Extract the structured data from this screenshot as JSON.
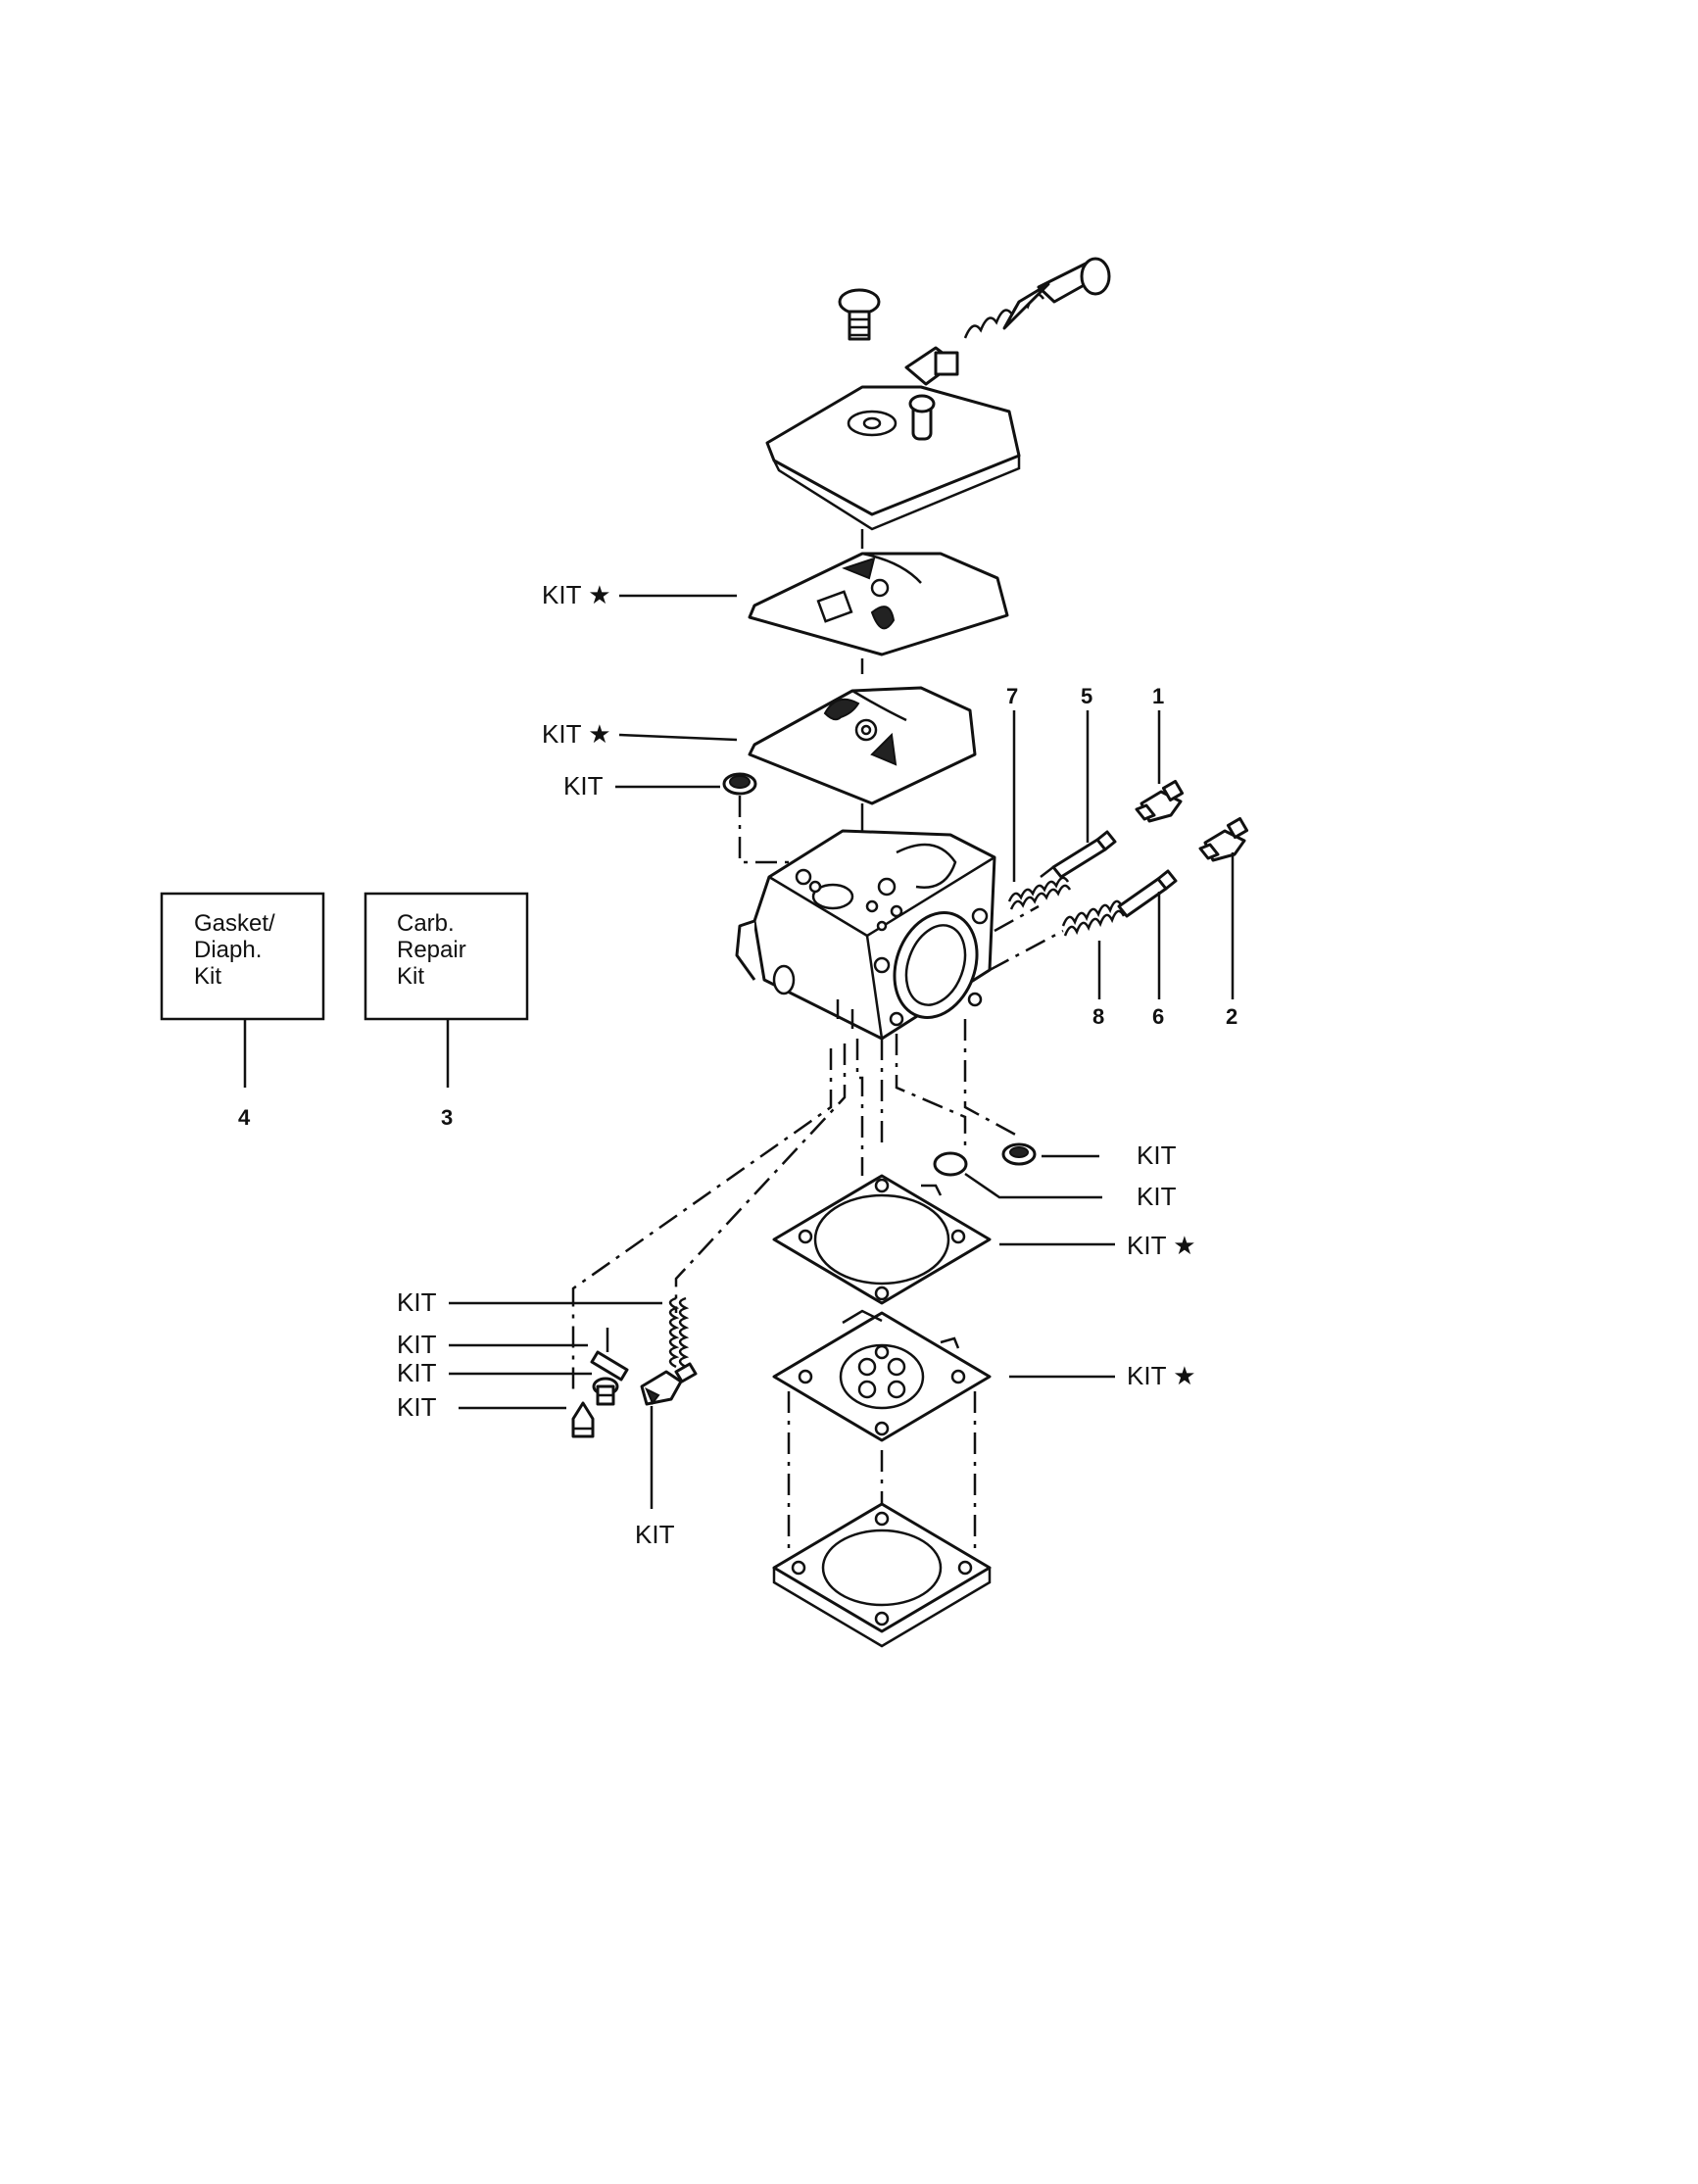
{
  "labels": {
    "kit_star_1": "KIT ★",
    "kit_star_2": "KIT ★",
    "kit_filter": "KIT",
    "kit_r1": "KIT",
    "kit_r2": "KIT",
    "kit_star_r3": "KIT ★",
    "kit_star_r4": "KIT ★",
    "kit_l1": "KIT",
    "kit_l2": "KIT",
    "kit_l3": "KIT",
    "kit_l4": "KIT",
    "kit_bottom": "KIT"
  },
  "numbers": {
    "n1": "1",
    "n2": "2",
    "n3": "3",
    "n4": "4",
    "n5": "5",
    "n6": "6",
    "n7": "7",
    "n8": "8"
  },
  "boxes": {
    "gasket": [
      "Gasket/",
      "Diaph.",
      "Kit"
    ],
    "carb": [
      "Carb.",
      "Repair",
      "Kit"
    ]
  }
}
